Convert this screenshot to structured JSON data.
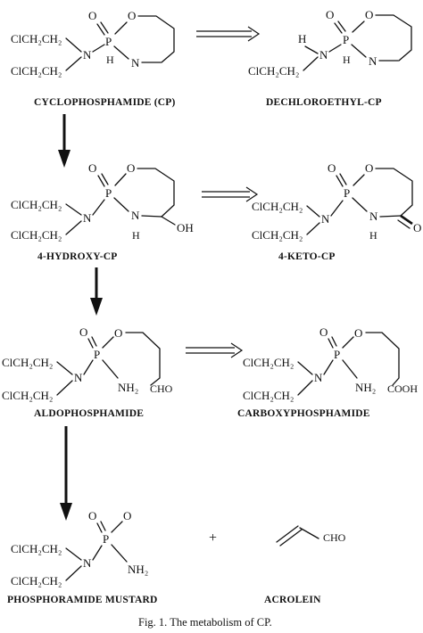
{
  "atoms": {
    "chloroethyl": "ClCH₂CH₂",
    "chloroethyl_a": "ClCH₂",
    "chloroethyl_b": "CH₂",
    "N": "N",
    "P": "P",
    "O": "O",
    "H": "H",
    "OH": "OH",
    "NH2": "NH₂",
    "CHO": "CHO",
    "COOH": "COOH"
  },
  "compounds": {
    "cp": "CYCLOPHOSPHAMIDE (CP)",
    "dechloroethyl": "DECHLOROETHYL-CP",
    "hydroxy": "4-HYDROXY-CP",
    "keto": "4-KETO-CP",
    "aldo": "ALDOPHOSPHAMIDE",
    "carboxy": "CARBOXYPHOSPHAMIDE",
    "mustard": "PHOSPHORAMIDE MUSTARD",
    "acrolein": "ACROLEIN"
  },
  "plus_sign": "+",
  "caption": "Fig. 1. The metabolism of CP."
}
